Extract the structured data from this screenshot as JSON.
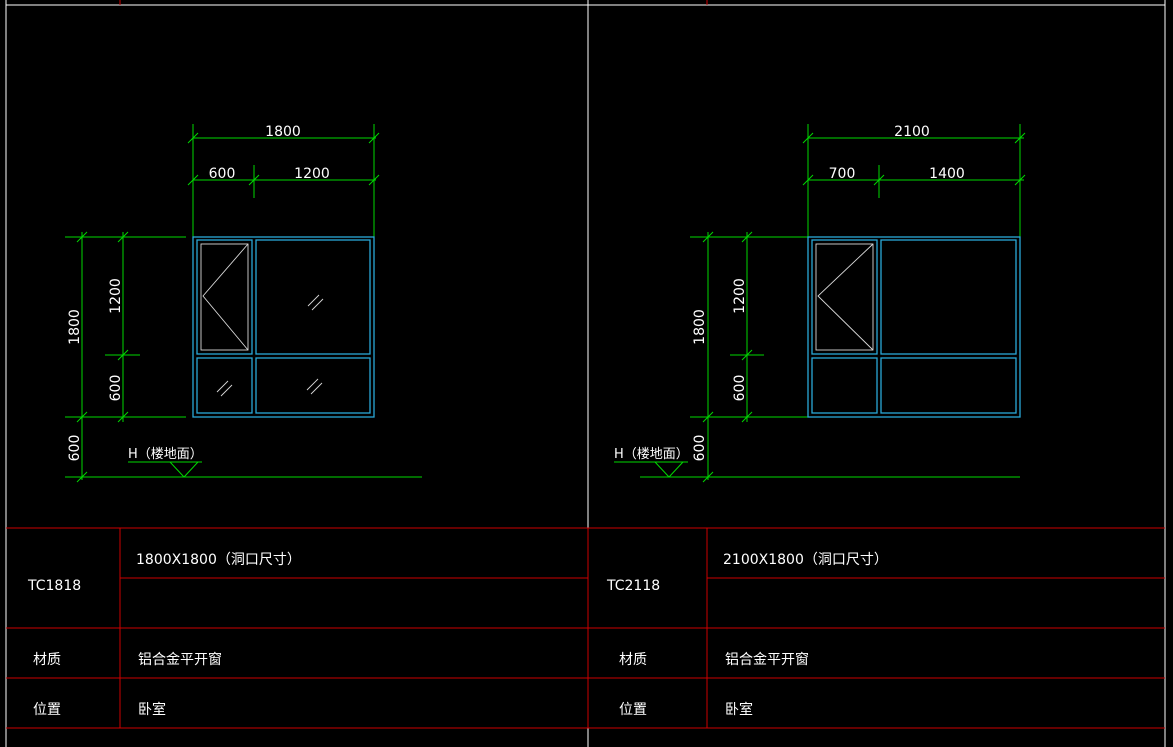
{
  "colors": {
    "background": "#000000",
    "dimension_lines": "#00d800",
    "table_lines": "#cc0000",
    "window_frame": "#2aa8d8",
    "glass_hatch": "#d8d8d8",
    "text": "#ffffff"
  },
  "left": {
    "overall_width": "1800",
    "left_width": "600",
    "right_width": "1200",
    "overall_height": "1800",
    "upper_height": "1200",
    "lower_height": "600",
    "sill_height": "600",
    "floor_label": "H（楼地面）",
    "code": "TC1818",
    "opening_size": "1800X1800（洞口尺寸）",
    "material_label": "材质",
    "material_value": "铝合金平开窗",
    "location_label": "位置",
    "location_value": "卧室"
  },
  "right": {
    "overall_width": "2100",
    "left_width": "700",
    "right_width": "1400",
    "overall_height": "1800",
    "upper_height": "1200",
    "lower_height": "600",
    "sill_height": "600",
    "floor_label": "H（楼地面）",
    "code": "TC2118",
    "opening_size": "2100X1800（洞口尺寸）",
    "material_label": "材质",
    "material_value": "铝合金平开窗",
    "location_label": "位置",
    "location_value": "卧室"
  }
}
